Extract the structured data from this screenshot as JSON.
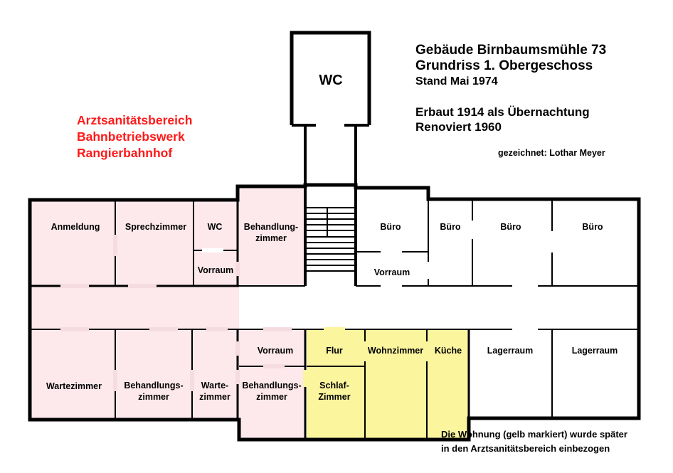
{
  "title": {
    "line1": "Gebäude Birnbaumsmühle 73",
    "line2": "Grundriss 1. Obergeschoss",
    "line3": "Stand Mai 1974",
    "line4": "Erbaut 1914 als Übernachtung",
    "line5": "Renoviert 1960",
    "drawn_by": "gezeichnet: Lothar Meyer"
  },
  "area": {
    "line1": "Arztsanitätsbereich",
    "line2": "Bahnbetriebswerk",
    "line3": "Rangierbahnhof"
  },
  "note": {
    "line1": "Die Wohnung (gelb markiert) wurde später",
    "line2": "in den Arztsanitätsbereich einbezogen"
  },
  "rooms": {
    "wc_top": "WC",
    "anmeldung": "Anmeldung",
    "sprechzimmer": "Sprechzimmer",
    "wc_small": "WC",
    "vorraum_1": "Vorraum",
    "behandlung_top_1": "Behandlung-",
    "behandlung_top_2": "zimmer",
    "buero_1": "Büro",
    "vorraum_2": "Vorraum",
    "buero_2": "Büro",
    "buero_3": "Büro",
    "buero_4": "Büro",
    "wartezimmer": "Wartezimmer",
    "behandlungs_1a": "Behandlungs-",
    "behandlungs_1b": "zimmer",
    "warte_a": "Warte-",
    "warte_b": "zimmer",
    "vorraum_3": "Vorraum",
    "behandlungs_2a": "Behandlungs-",
    "behandlungs_2b": "zimmer",
    "flur": "Flur",
    "schlaf_a": "Schlaf-",
    "schlaf_b": "Zimmer",
    "wohnzimmer": "Wohnzimmer",
    "kueche": "Küche",
    "lagerraum_1": "Lagerraum",
    "lagerraum_2": "Lagerraum"
  },
  "colors": {
    "medical_area": "#fde9ec",
    "apartment": "#fbf59e",
    "wall": "#000000",
    "heading_red": "#ff1a1a",
    "door_marker": "#fbf59e"
  }
}
